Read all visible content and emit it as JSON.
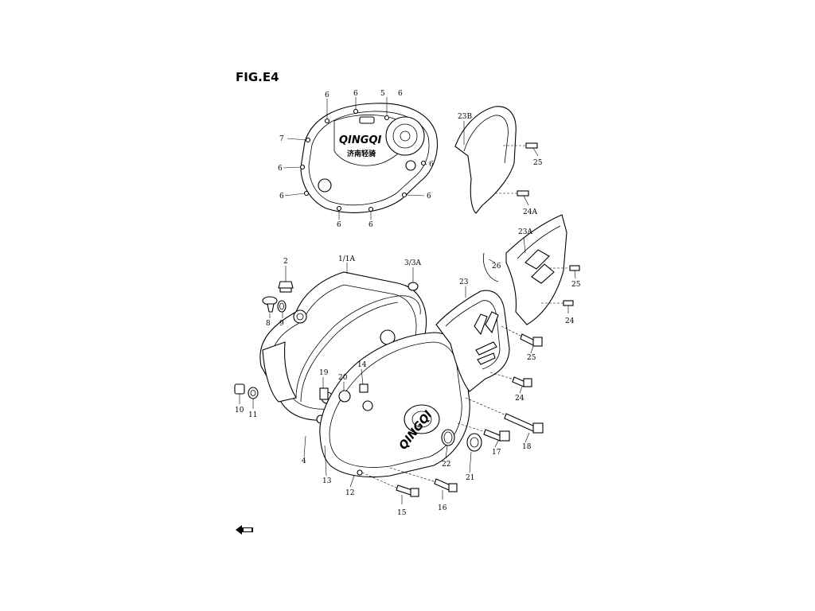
{
  "figure": {
    "title": "FIG.E4",
    "brand_text": "QINGQI",
    "brand_subtext": "济南轻骑"
  },
  "callouts": {
    "c1_1A": "1/1A",
    "c2": "2",
    "c3_3A": "3/3A",
    "c4": "4",
    "c5": "5",
    "c6": "6",
    "c7": "7",
    "c8": "8",
    "c9": "9",
    "c10": "10",
    "c11": "11",
    "c12": "12",
    "c13": "13",
    "c14": "14",
    "c15": "15",
    "c16": "16",
    "c17": "17",
    "c18": "18",
    "c19": "19",
    "c20": "20",
    "c21": "21",
    "c22": "22",
    "c23": "23",
    "c23A": "23A",
    "c23B": "23B",
    "c24": "24",
    "c24A": "24A",
    "c25": "25",
    "c26": "26"
  },
  "icons": {
    "direction": "front-arrow-icon"
  }
}
